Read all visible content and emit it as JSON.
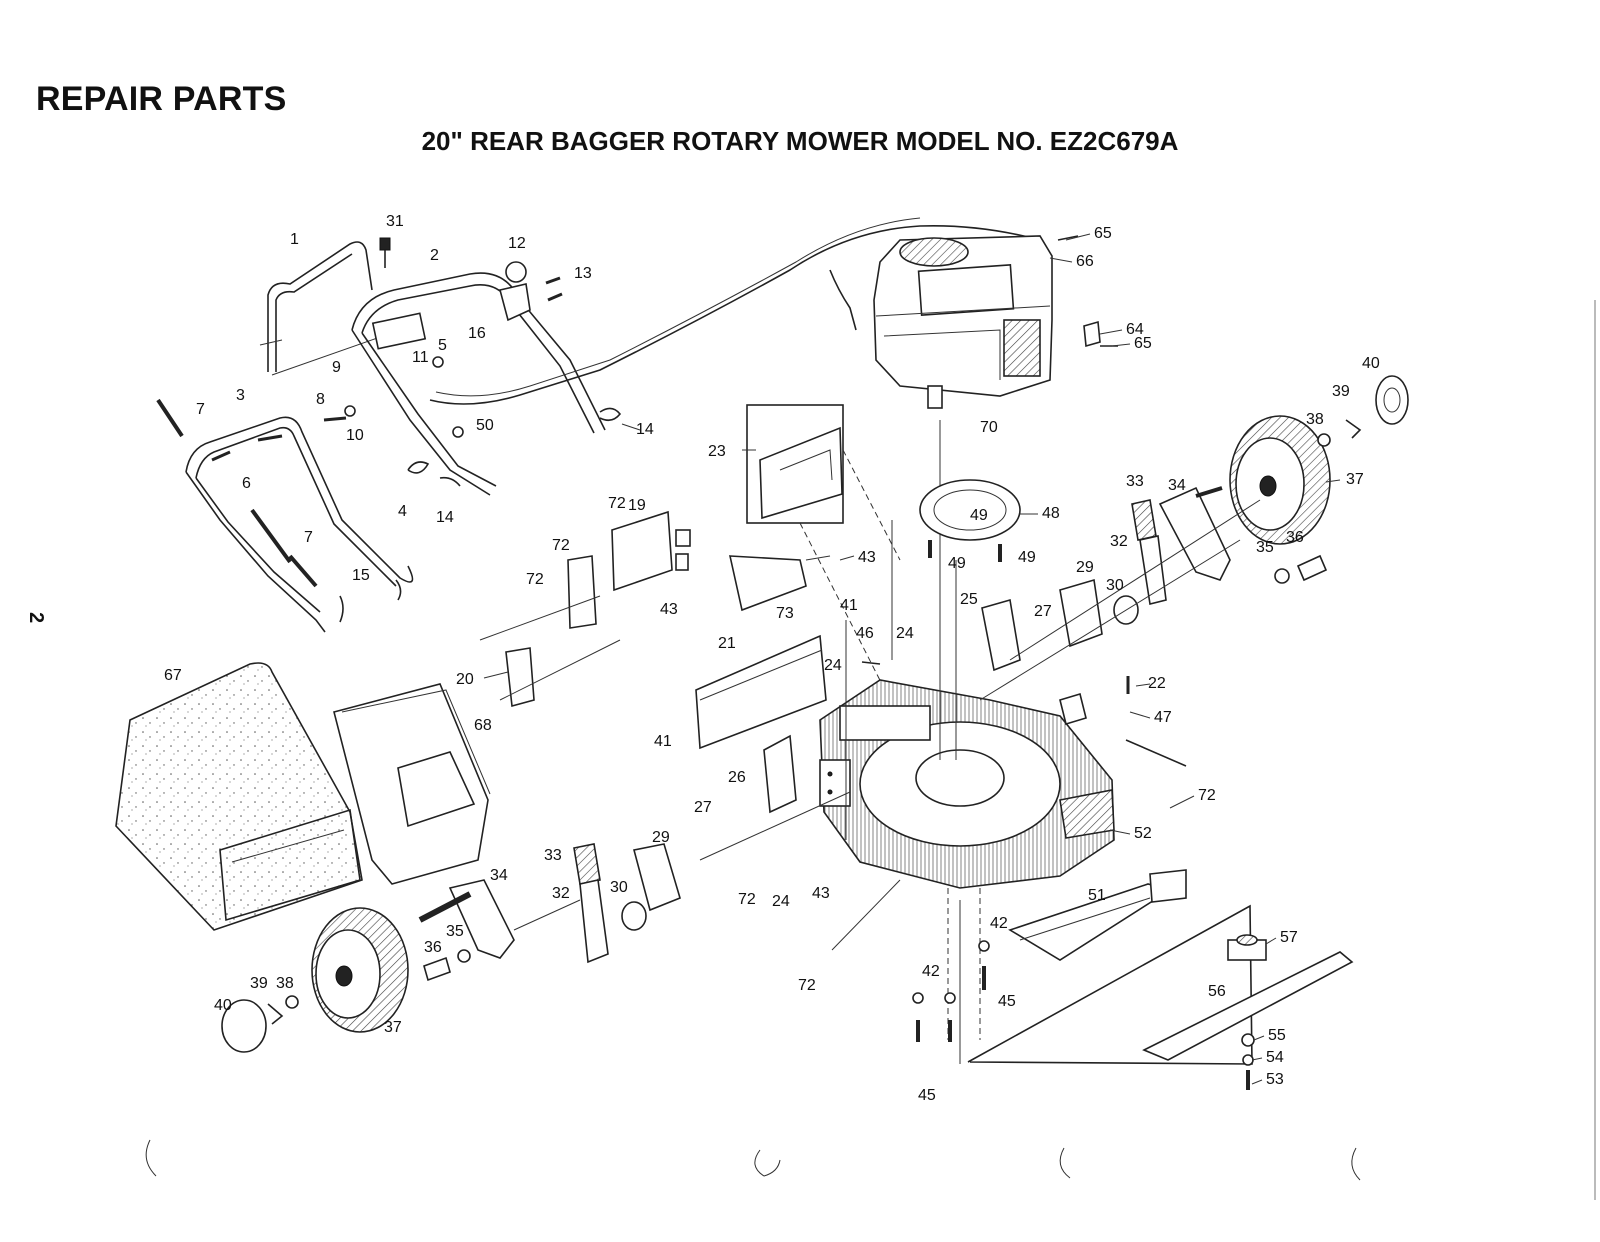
{
  "header": {
    "title": "REPAIR PARTS",
    "subtitle": "20\" REAR BAGGER ROTARY MOWER MODEL NO. EZ2C679A",
    "page_number": "2"
  },
  "callouts": {
    "c1": "1",
    "c2": "2",
    "c3": "3",
    "c4": "4",
    "c5": "5",
    "c6": "6",
    "c7a": "7",
    "c7b": "7",
    "c8": "8",
    "c9": "9",
    "c10": "10",
    "c11": "11",
    "c12": "12",
    "c13": "13",
    "c14a": "14",
    "c14b": "14",
    "c15": "15",
    "c16": "16",
    "c19": "19",
    "c20": "20",
    "c21": "21",
    "c22": "22",
    "c23": "23",
    "c24a": "24",
    "c24b": "24",
    "c24c": "24",
    "c26": "26",
    "c25": "25",
    "c27a": "27",
    "c27b": "27",
    "c29a": "29",
    "c29b": "29",
    "c30a": "30",
    "c30b": "30",
    "c31": "31",
    "c32a": "32",
    "c32b": "32",
    "c33a": "33",
    "c33b": "33",
    "c34a": "34",
    "c34b": "34",
    "c35a": "35",
    "c35b": "35",
    "c36a": "36",
    "c36b": "36",
    "c37a": "37",
    "c37b": "37",
    "c38a": "38",
    "c38b": "38",
    "c39a": "39",
    "c39b": "39",
    "c40a": "40",
    "c40b": "40",
    "c41a": "41",
    "c41b": "41",
    "c42a": "42",
    "c42b": "42",
    "c43a": "43",
    "c43b": "43",
    "c43c": "43",
    "c45a": "45",
    "c45b": "45",
    "c46": "46",
    "c47": "47",
    "c48": "48",
    "c49a": "49",
    "c49b": "49",
    "c49c": "49",
    "c50": "50",
    "c51": "51",
    "c52": "52",
    "c53": "53",
    "c54": "54",
    "c55": "55",
    "c56": "56",
    "c57": "57",
    "c64": "64",
    "c65a": "65",
    "c65b": "65",
    "c66": "66",
    "c67": "67",
    "c68": "68",
    "c70": "70",
    "c72a": "72",
    "c72b": "72",
    "c72c": "72",
    "c72d": "72",
    "c72e": "72",
    "c72f": "72",
    "c73": "73"
  }
}
